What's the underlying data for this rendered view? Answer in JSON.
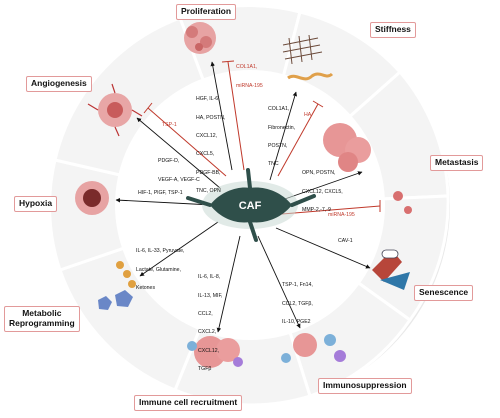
{
  "center": {
    "label": "CAF"
  },
  "labels": {
    "proliferation": "Proliferation",
    "stiffness": "Stiffness",
    "angiogenesis": "Angiogenesis",
    "metastasis": "Metastasis",
    "hypoxia": "Hypoxia",
    "metabolic": [
      "Metabolic",
      "Reprogramming"
    ],
    "senescence": "Senescence",
    "immunosuppression": "Immunosuppression",
    "immune_recruitment": "Immune cell recruitment"
  },
  "molecules": {
    "proliferation": [
      "HGF, IL-6,",
      "HA, POSTN,",
      "CXCL12,",
      "CXCL5,",
      "PDGF-BB,",
      "TNC, OPN"
    ],
    "proliferation_inhib": [
      "COL1A1,",
      "miRNA-195"
    ],
    "stiffness": [
      "COL1A1,",
      "Fibronectin,",
      "POSTN,",
      "TNC"
    ],
    "stiffness_inhib": "HA",
    "angiogenesis_inhib": "TSP-1",
    "angiogenesis": [
      "PDGF-D,",
      "VEGF-A, VEGF-C"
    ],
    "metastasis": [
      "OPN, POSTN,",
      "CXCL12, CXCL5,",
      "MMP-2,-7,-9"
    ],
    "metastasis_inhib": "miRNA-195",
    "hypoxia": "HIF-1, PlGF, TSP-1",
    "metabolic": [
      "IL-6, IL-33, Pyruvate,",
      "Lactate, Glutamine,",
      "Ketones"
    ],
    "senescence": "CAV-1",
    "immune_recruitment": [
      "IL-6, IL-8,",
      "IL-13, MIF,",
      "CCL2,",
      "CXCL2,",
      "CXCL12,",
      "TGFβ"
    ],
    "immunosuppression": [
      "TSP-1, Fn14,",
      "CCL2, TGFβ,",
      "IL-10, PGE2"
    ]
  },
  "colors": {
    "ring": "#e9e9e9",
    "panel": "#f3f3f3",
    "label_border": "#e29a9a",
    "inhibit": "#c0392b",
    "caf_body": "#2f4f4a",
    "caf_glow": "#c9d9d4"
  }
}
